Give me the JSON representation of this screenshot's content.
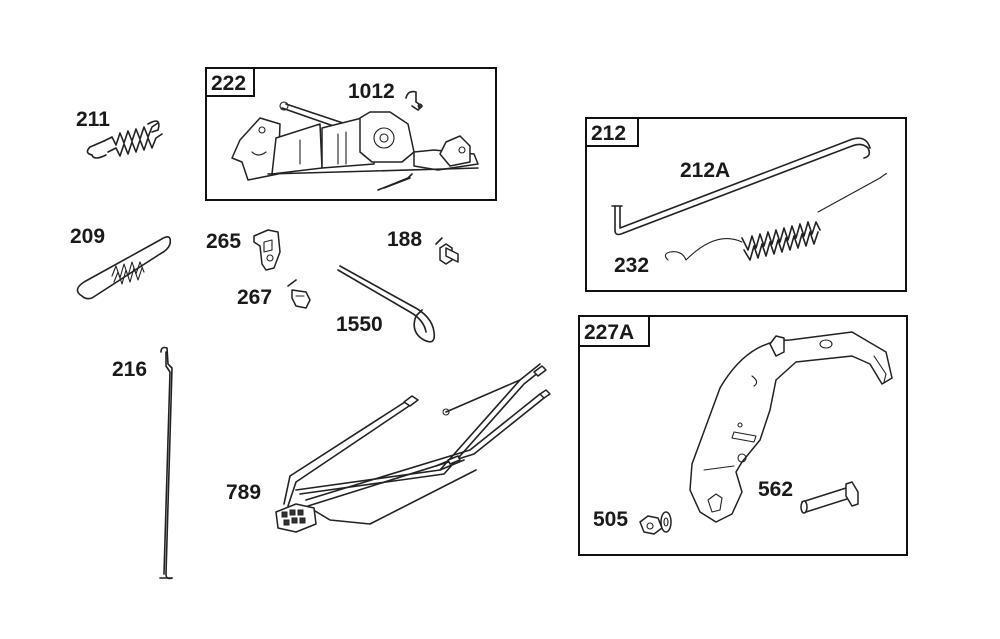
{
  "labels": {
    "p211": "211",
    "p209": "209",
    "p216": "216",
    "p222": "222",
    "p1012": "1012",
    "p265": "265",
    "p188": "188",
    "p267": "267",
    "p1550": "1550",
    "p789": "789",
    "p212": "212",
    "p212A": "212A",
    "p232": "232",
    "p227A": "227A",
    "p562": "562",
    "p505": "505"
  }
}
